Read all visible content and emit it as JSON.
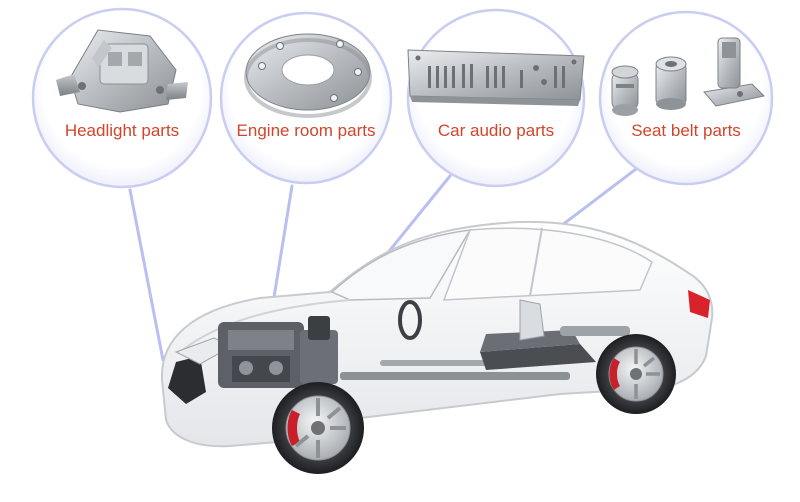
{
  "callouts": [
    {
      "label": "Headlight parts",
      "part_icon": "headlight-bracket-part"
    },
    {
      "label": "Engine room parts",
      "part_icon": "engine-ring-flange-part"
    },
    {
      "label": "Car audio parts",
      "part_icon": "car-audio-faceplate-part"
    },
    {
      "label": "Seat belt parts",
      "part_icon": "seat-belt-fittings-part"
    }
  ],
  "colors": {
    "label": "#d2452a",
    "bubble_border": "#c9cdf2",
    "leader_line": "#b9bff0",
    "car_body": "#f3f4f6",
    "brake_caliper": "#c8202a"
  }
}
